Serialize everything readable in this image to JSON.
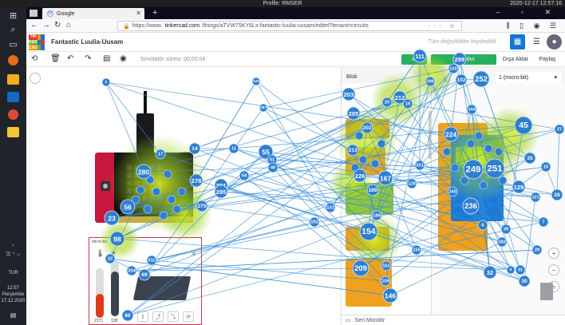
{
  "titlebar": {
    "profile": "Profile: RMSER",
    "datetime": "2020-12-17 12:57:16"
  },
  "browser": {
    "tab_title": "Google",
    "url_prefix": "https://www.",
    "url_domain": "tinkercad.com",
    "url_rest": "/things/aTVW75KY6Lx-fantastic-luulia-uusam/editel?tenant=circuits"
  },
  "taskbar": {
    "lang": "TUR",
    "time": "12:57",
    "day": "Perşembe",
    "date": "17.12.2020"
  },
  "header": {
    "logo_letters": [
      "TIN",
      "KER",
      "CAD"
    ],
    "project_title": "Fantastic Luulia-Uusam",
    "saved_status": "Tüm değişiklikler kaydedildi"
  },
  "toolbar": {
    "sim_time": "Simülatör süresi: 00:00:04",
    "stop_label": "Durdur",
    "export_label": "Dışa Aktar",
    "share_label": "Paylaş"
  },
  "code_panel": {
    "blocks_label": "Blok",
    "device_select": "1 (micro:bit)",
    "serial_monitor": "Seri Monitör",
    "category_label": "enler"
  },
  "sensor": {
    "device_label": "micro:bit",
    "temp_value": "21°C",
    "light_value": "128"
  },
  "colors": {
    "accent_green": "#27ae60",
    "tinkercad_blue": "#1477d4",
    "node_blue": "#2f7fd1",
    "heat_green": "#b8e02a",
    "microbit_red": "#c8173c"
  },
  "heatmap": {
    "nodes": [
      {
        "label": "2"
      },
      {
        "label": "120"
      },
      {
        "label": "287"
      },
      {
        "label": "17"
      },
      {
        "label": "14"
      },
      {
        "label": "11"
      },
      {
        "label": "55"
      },
      {
        "label": "51"
      },
      {
        "label": "46"
      },
      {
        "label": "54"
      },
      {
        "label": "278"
      },
      {
        "label": "280"
      },
      {
        "label": "281"
      },
      {
        "label": "56"
      },
      {
        "label": "23"
      },
      {
        "label": "98"
      },
      {
        "label": "22"
      },
      {
        "label": "69"
      },
      {
        "label": "86"
      },
      {
        "label": "254"
      },
      {
        "label": "311"
      },
      {
        "label": "285"
      },
      {
        "label": "275"
      },
      {
        "label": "192"
      },
      {
        "label": "131"
      },
      {
        "label": "111"
      },
      {
        "label": "299"
      },
      {
        "label": "110"
      },
      {
        "label": "252"
      },
      {
        "label": "102"
      },
      {
        "label": "296"
      },
      {
        "label": "203"
      },
      {
        "label": "205"
      },
      {
        "label": "212"
      },
      {
        "label": "20"
      },
      {
        "label": "19"
      },
      {
        "label": "202"
      },
      {
        "label": "213"
      },
      {
        "label": "167"
      },
      {
        "label": "226"
      },
      {
        "label": "189"
      },
      {
        "label": "154"
      },
      {
        "label": "209"
      },
      {
        "label": "146"
      },
      {
        "label": "161"
      },
      {
        "label": "159"
      },
      {
        "label": "186"
      },
      {
        "label": "155"
      },
      {
        "label": "201"
      },
      {
        "label": "128"
      },
      {
        "label": "45"
      },
      {
        "label": "224"
      },
      {
        "label": "249"
      },
      {
        "label": "251"
      },
      {
        "label": "236"
      },
      {
        "label": "129"
      },
      {
        "label": "27"
      },
      {
        "label": "35"
      },
      {
        "label": "15"
      },
      {
        "label": "28"
      },
      {
        "label": "121"
      },
      {
        "label": "32"
      },
      {
        "label": "31"
      },
      {
        "label": "30"
      },
      {
        "label": "29"
      },
      {
        "label": "39"
      },
      {
        "label": "182"
      },
      {
        "label": "4"
      },
      {
        "label": "7"
      },
      {
        "label": "9"
      },
      {
        "label": "144"
      },
      {
        "label": "240"
      }
    ]
  }
}
